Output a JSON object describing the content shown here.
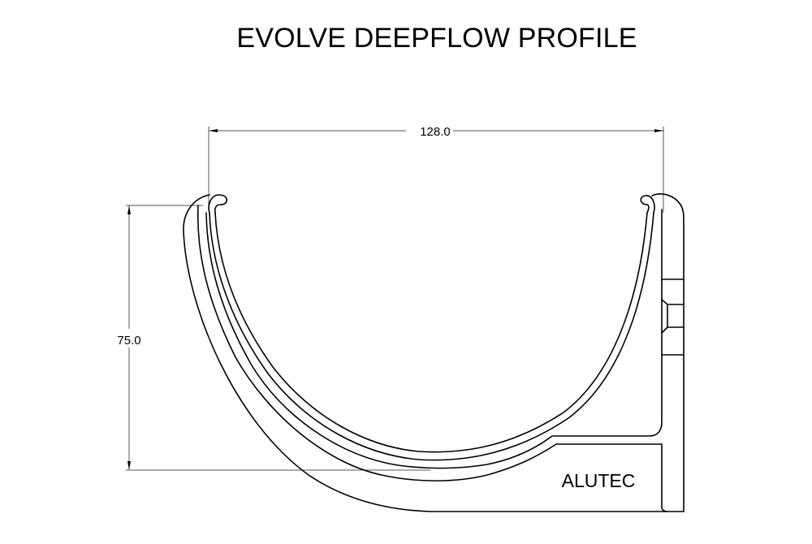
{
  "drawing": {
    "title": "EVOLVE DEEPFLOW PROFILE",
    "brand_label": "ALUTEC",
    "dimensions": {
      "width": {
        "label": "128.0",
        "value": 128.0,
        "orientation": "horizontal"
      },
      "height": {
        "label": "75.0",
        "value": 75.0,
        "orientation": "vertical"
      }
    },
    "colors": {
      "line": "#000000",
      "dimension_line": "#555555",
      "background": "#ffffff"
    }
  }
}
